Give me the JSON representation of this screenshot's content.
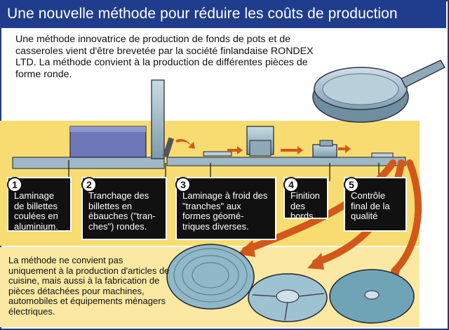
{
  "title": "Une nouvelle méthode pour réduire les coûts de production",
  "intro": "Une méthode innovatrice de production de fonds de pots et de casseroles vient d'être brevetée par la société finlandaise RONDEX LTD. La méthode convient  à la production de différentes pièces de forme ronde.",
  "steps": [
    {
      "num": "1",
      "text": "Laminage de billettes coulées en aluminium."
    },
    {
      "num": "2",
      "text": "Tranchage des billettes en ébauches (\"tran-ches\") rondes."
    },
    {
      "num": "3",
      "text": "Laminage à froid des \"tranches\" aux formes géomé-triques diverses."
    },
    {
      "num": "4",
      "text": "Finition des bords"
    },
    {
      "num": "5",
      "text": "Contrôle final de la qualité"
    }
  ],
  "note": "La méthode ne convient pas uniquement à la production d'articles de cuisine, mais aussi à la fabrication de pièces détachées pour machines, automobiles et équipements ménagers électriques.",
  "colors": {
    "title_bg": "#1f3d8c",
    "band": "#f7dc72",
    "note_bg": "#fbe9a3",
    "steel": "#9fb8c6",
    "arrow": "#d4571a",
    "slab": "#6e78b8"
  }
}
